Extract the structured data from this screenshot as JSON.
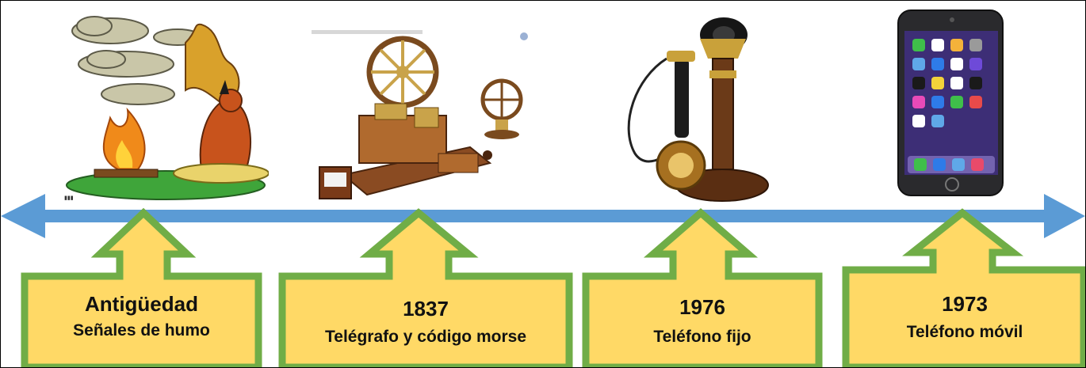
{
  "timeline": {
    "colors": {
      "arrow": "#5b9bd5",
      "callout_fill": "#ffd966",
      "callout_border": "#70ad47"
    },
    "events": [
      {
        "date": "Antigüedad",
        "title": "Señales de humo",
        "image": "smoke-signal-illustration"
      },
      {
        "date": "1837",
        "title": "Telégrafo y código morse",
        "image": "telegraph-machine-photo"
      },
      {
        "date": "1976",
        "title": "Teléfono fijo",
        "image": "candlestick-telephone-photo"
      },
      {
        "date": "1973",
        "title": "Teléfono móvil",
        "image": "smartphone-photo"
      }
    ]
  }
}
